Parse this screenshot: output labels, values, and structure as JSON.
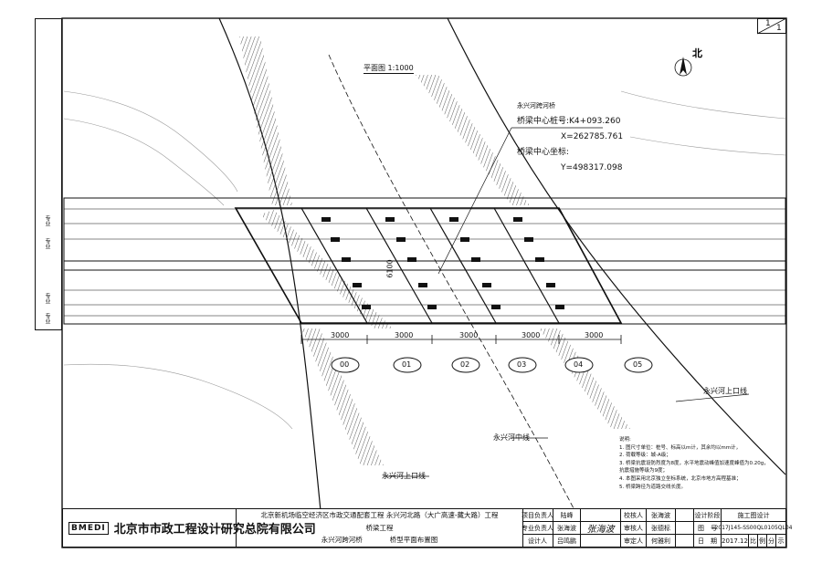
{
  "title_plan": "平面图",
  "scale_plan": "1:1000",
  "north_label": "北",
  "page_index": {
    "current": "1",
    "total": "1"
  },
  "bridge": {
    "name": "永兴河跨河桥",
    "center_station_label": "桥梁中心桩号:K4+093.260",
    "center_coord_label": "桥梁中心坐标:",
    "x_coord": "X=262785.761",
    "y_coord": "Y=498317.098"
  },
  "piers": [
    "00",
    "01",
    "02",
    "03",
    "04",
    "05"
  ],
  "spans": [
    "3000",
    "3000",
    "3000",
    "3000",
    "3000"
  ],
  "dimension_center": "6100",
  "river_labels": {
    "upper_line_right": "永兴河上口线",
    "center_line": "永兴河中线",
    "upper_line_left": "永兴河上口线"
  },
  "notes": [
    "说明:",
    "1. 图尺寸单位：桩号、标高以m计，其余均以mm计，",
    "2. 荷载等级：城-A级；",
    "3. 桥梁抗震设防烈度为8度，水平地震动峰值加速度峰值为0.20g，",
    "   抗震措施等级为9度；",
    "4. 本图采用北京独立坐标系统，北京市地方高程基准；",
    "5. 桥梁跨径为道路交线长度。"
  ],
  "title_block": {
    "institute": "北京市市政工程设计研究总院有限公司",
    "logo_text": "BMEDI",
    "project": "北京新机场临空经济区市政交通配套工程 永兴河北路（大广高速-藏大路）工程",
    "discipline": "桥梁工程",
    "drawing_left": "永兴河跨河桥",
    "drawing_right": "桥型平面布置图",
    "rows": [
      [
        "项目负责人",
        "陆峰",
        "",
        "校核人",
        "张海波",
        "",
        "设计阶段",
        "施工图设计"
      ],
      [
        "专业负责人",
        "张海波",
        "张海波",
        "审核人",
        "张德标",
        "",
        "图　号",
        "2017J145-SS00QL0105QL04"
      ],
      [
        "设计人",
        "吕鸣鹏",
        "",
        "审定人",
        "何雅利",
        "",
        "日　期",
        "2017.12"
      ]
    ],
    "date_extra": [
      "比",
      "例",
      "分",
      "示"
    ]
  },
  "side_labels": [
    "专业",
    "专业",
    "专业",
    "专业"
  ]
}
